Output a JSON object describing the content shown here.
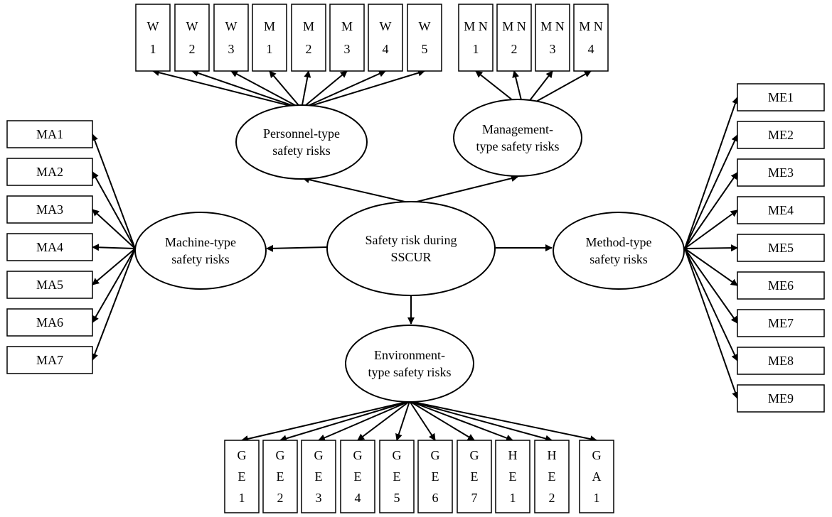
{
  "center": {
    "lines": [
      "Safety risk during",
      "SSCUR"
    ]
  },
  "categories": {
    "personnel": {
      "lines": [
        "Personnel-type",
        "safety risks"
      ]
    },
    "management": {
      "lines": [
        "Management-",
        "type safety risks"
      ]
    },
    "machine": {
      "lines": [
        "Machine-type",
        "safety risks"
      ]
    },
    "method": {
      "lines": [
        "Method-type",
        "safety risks"
      ]
    },
    "environment": {
      "lines": [
        "Environment-",
        "type safety risks"
      ]
    }
  },
  "personnel_items": [
    [
      "W",
      "1"
    ],
    [
      "W",
      "2"
    ],
    [
      "W",
      "3"
    ],
    [
      "M",
      "1"
    ],
    [
      "M",
      "2"
    ],
    [
      "M",
      "3"
    ],
    [
      "W",
      "4"
    ],
    [
      "W",
      "5"
    ]
  ],
  "management_items": [
    [
      "M N",
      "1"
    ],
    [
      "M N",
      "2"
    ],
    [
      "M N",
      "3"
    ],
    [
      "M N",
      "4"
    ]
  ],
  "machine_items": [
    "MA1",
    "MA2",
    "MA3",
    "MA4",
    "MA5",
    "MA6",
    "MA7"
  ],
  "method_items": [
    "ME1",
    "ME2",
    "ME3",
    "ME4",
    "ME5",
    "ME6",
    "ME7",
    "ME8",
    "ME9"
  ],
  "environment_items": [
    [
      "G",
      "E",
      "1"
    ],
    [
      "G",
      "E",
      "2"
    ],
    [
      "G",
      "E",
      "3"
    ],
    [
      "G",
      "E",
      "4"
    ],
    [
      "G",
      "E",
      "5"
    ],
    [
      "G",
      "E",
      "6"
    ],
    [
      "G",
      "E",
      "7"
    ],
    [
      "H",
      "E",
      "1"
    ],
    [
      "H",
      "E",
      "2"
    ],
    [
      "G",
      "A",
      "1"
    ]
  ],
  "colors": {
    "stroke": "#000000",
    "fill": "#ffffff"
  }
}
